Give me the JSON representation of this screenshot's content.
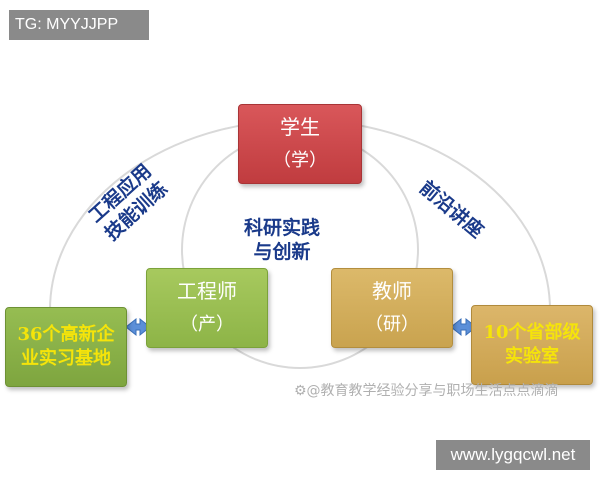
{
  "tag": "TG: MYYJJPP",
  "footer": "www.lygqcwl.net",
  "watermark": "⚙@教育教学经验分享与职场生活点点滴滴",
  "nodes": {
    "student": {
      "line1": "学生",
      "line2": "（学）",
      "color": "#c94447"
    },
    "engineer": {
      "line1": "工程师",
      "line2": "（产）",
      "color": "#9bbf52"
    },
    "teacher": {
      "line1": "教师",
      "line2": "（研）",
      "color": "#d3ad5a"
    },
    "base36": {
      "line1": "36个高新企",
      "line2": "业实习基地",
      "color": "#8ab049"
    },
    "lab10": {
      "line1": "10个省部级",
      "line2": "实验室",
      "color": "#d2ab58"
    }
  },
  "labels": {
    "research": {
      "line1": "科研实践",
      "line2": "与创新"
    },
    "engineering": {
      "line1": "工程应用",
      "line2": "技能训练"
    },
    "frontier": "前沿讲座"
  },
  "colors": {
    "label_text": "#1a3a8a",
    "highlight_text": "#f5e40a",
    "arrow": "#5b8fd8"
  }
}
